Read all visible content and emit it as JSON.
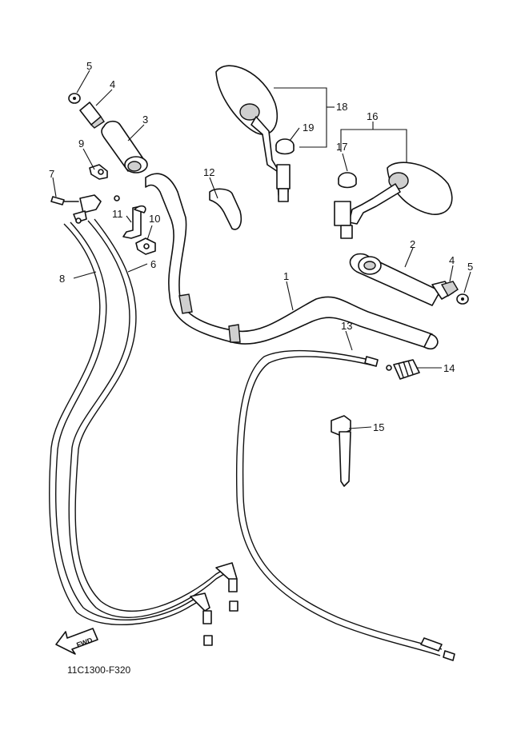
{
  "callouts": {
    "c1": "1",
    "c2": "2",
    "c3": "3",
    "c4a": "4",
    "c4b": "4",
    "c5a": "5",
    "c5b": "5",
    "c6": "6",
    "c7": "7",
    "c8": "8",
    "c9": "9",
    "c10": "10",
    "c11": "11",
    "c12": "12",
    "c13": "13",
    "c14": "14",
    "c15": "15",
    "c16": "16",
    "c17": "17",
    "c18": "18",
    "c19": "19"
  },
  "fwd_label": "FWD",
  "drawing_code": "11C1300-F320"
}
